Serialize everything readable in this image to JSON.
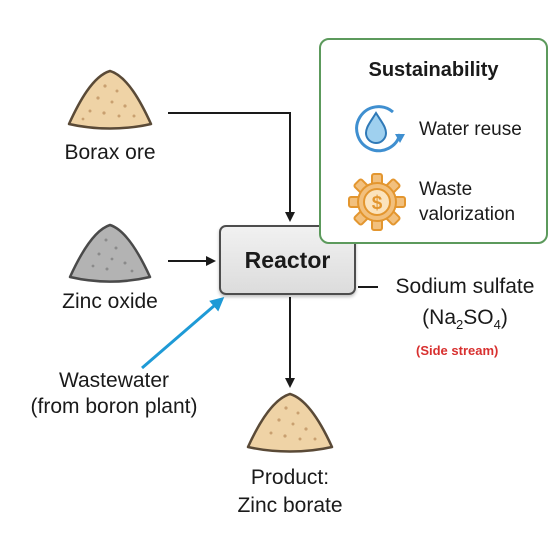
{
  "inputs": {
    "borax": {
      "label": "Borax ore"
    },
    "zinc_oxide": {
      "label": "Zinc oxide"
    },
    "wastewater": {
      "line1": "Wastewater",
      "line2": "(from boron plant)"
    }
  },
  "reactor": {
    "label": "Reactor"
  },
  "byproduct": {
    "line1": "Sodium sulfate",
    "formula_open": "(Na",
    "formula_sub1": "2",
    "formula_mid": "SO",
    "formula_sub2": "4",
    "formula_close": ")",
    "note": "(Side stream)"
  },
  "product": {
    "line1": "Product:",
    "line2": "Zinc borate"
  },
  "sustainability": {
    "title": "Sustainability",
    "items": [
      {
        "icon": "water-drop-recycle-icon",
        "label": "Water reuse"
      },
      {
        "icon": "gear-dollar-icon",
        "line1": "Waste",
        "line2": "valorization"
      }
    ]
  },
  "colors": {
    "box_border": "#5c9a5c",
    "side_stream": "#d8302f",
    "wastewater_arrow": "#1e9ad6",
    "powder_tan": "#efd3a6",
    "powder_gray": "#b3b3b3"
  }
}
